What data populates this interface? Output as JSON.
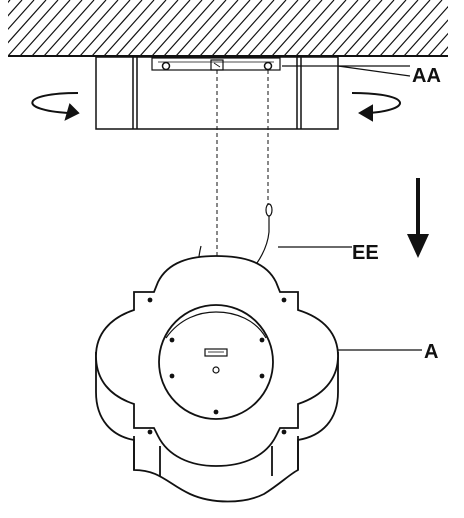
{
  "labels": {
    "aa": "AA",
    "ee": "EE",
    "a": "A"
  },
  "icons": {
    "rotate_left": "curved-arrow-left-icon",
    "rotate_right": "curved-arrow-right-icon",
    "down": "arrow-down-icon"
  },
  "colors": {
    "ink": "#111111",
    "paper": "#ffffff"
  }
}
